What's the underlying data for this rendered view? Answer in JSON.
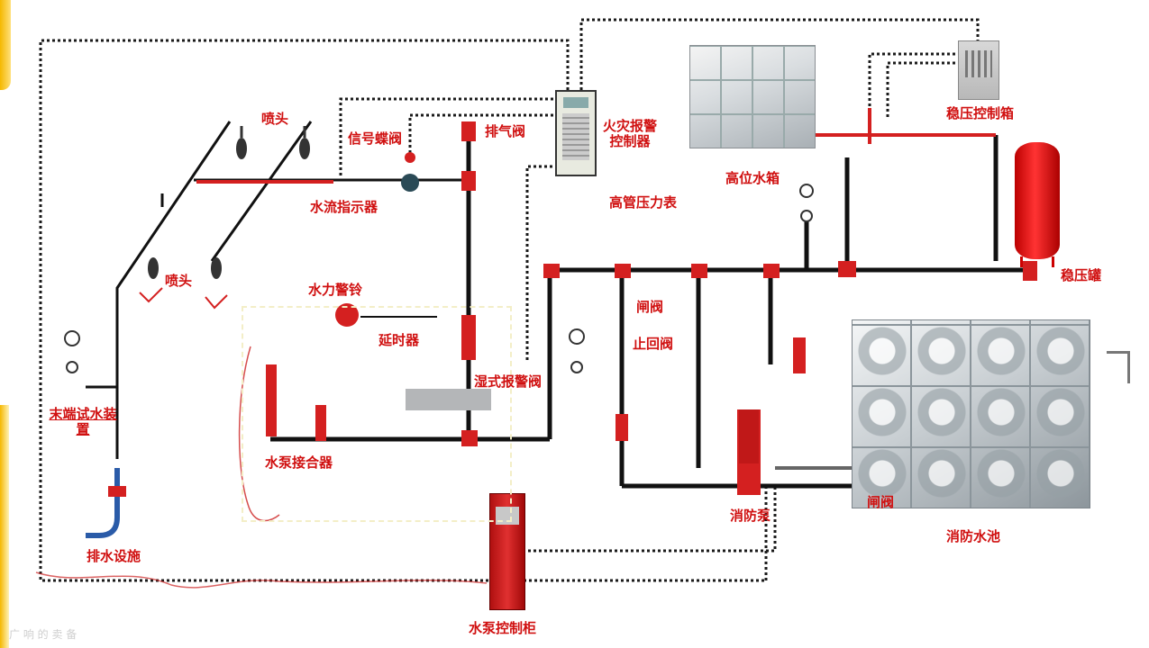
{
  "labels": {
    "sprinkler_head_top": "喷头",
    "sprinkler_head_bottom": "喷头",
    "signal_valve": "信号蝶阀",
    "air_vent_valve": "排气阀",
    "water_flow_indicator": "水流指示器",
    "fire_alarm_controller": "火灾报警控制器",
    "high_tank": "高位水箱",
    "pressure_control_box": "稳压控制箱",
    "high_pressure_switch": "高管压力表",
    "pressure_vessel": "稳压罐",
    "hydraulic_alarm_bell": "水力警铃",
    "delay_device": "延时器",
    "alarm_valve_group": "湿式报警阀",
    "gate_valve": "闸阀",
    "check_valve": "止回阀",
    "end_test_device": "末端试水装置",
    "drain_device": "排水设施",
    "pump_connector": "水泵接合器",
    "fire_pump": "消防泵",
    "pool_valve": "闸阀",
    "fire_pool": "消防水池",
    "pump_control_cabinet": "水泵控制柜",
    "watermark": "广 响 的 卖 备"
  },
  "colors": {
    "label_red": "#d01010",
    "pipe_red": "#d42020",
    "pipe_black": "#111111",
    "signal_line": "#222222",
    "accent_yellow": "#f5b800"
  },
  "icons": [
    "sprinkler-head-icon",
    "butterfly-valve-icon",
    "pressure-gauge-icon",
    "alarm-bell-icon",
    "pump-icon",
    "water-tank-icon",
    "control-cabinet-icon",
    "pressure-vessel-icon"
  ]
}
